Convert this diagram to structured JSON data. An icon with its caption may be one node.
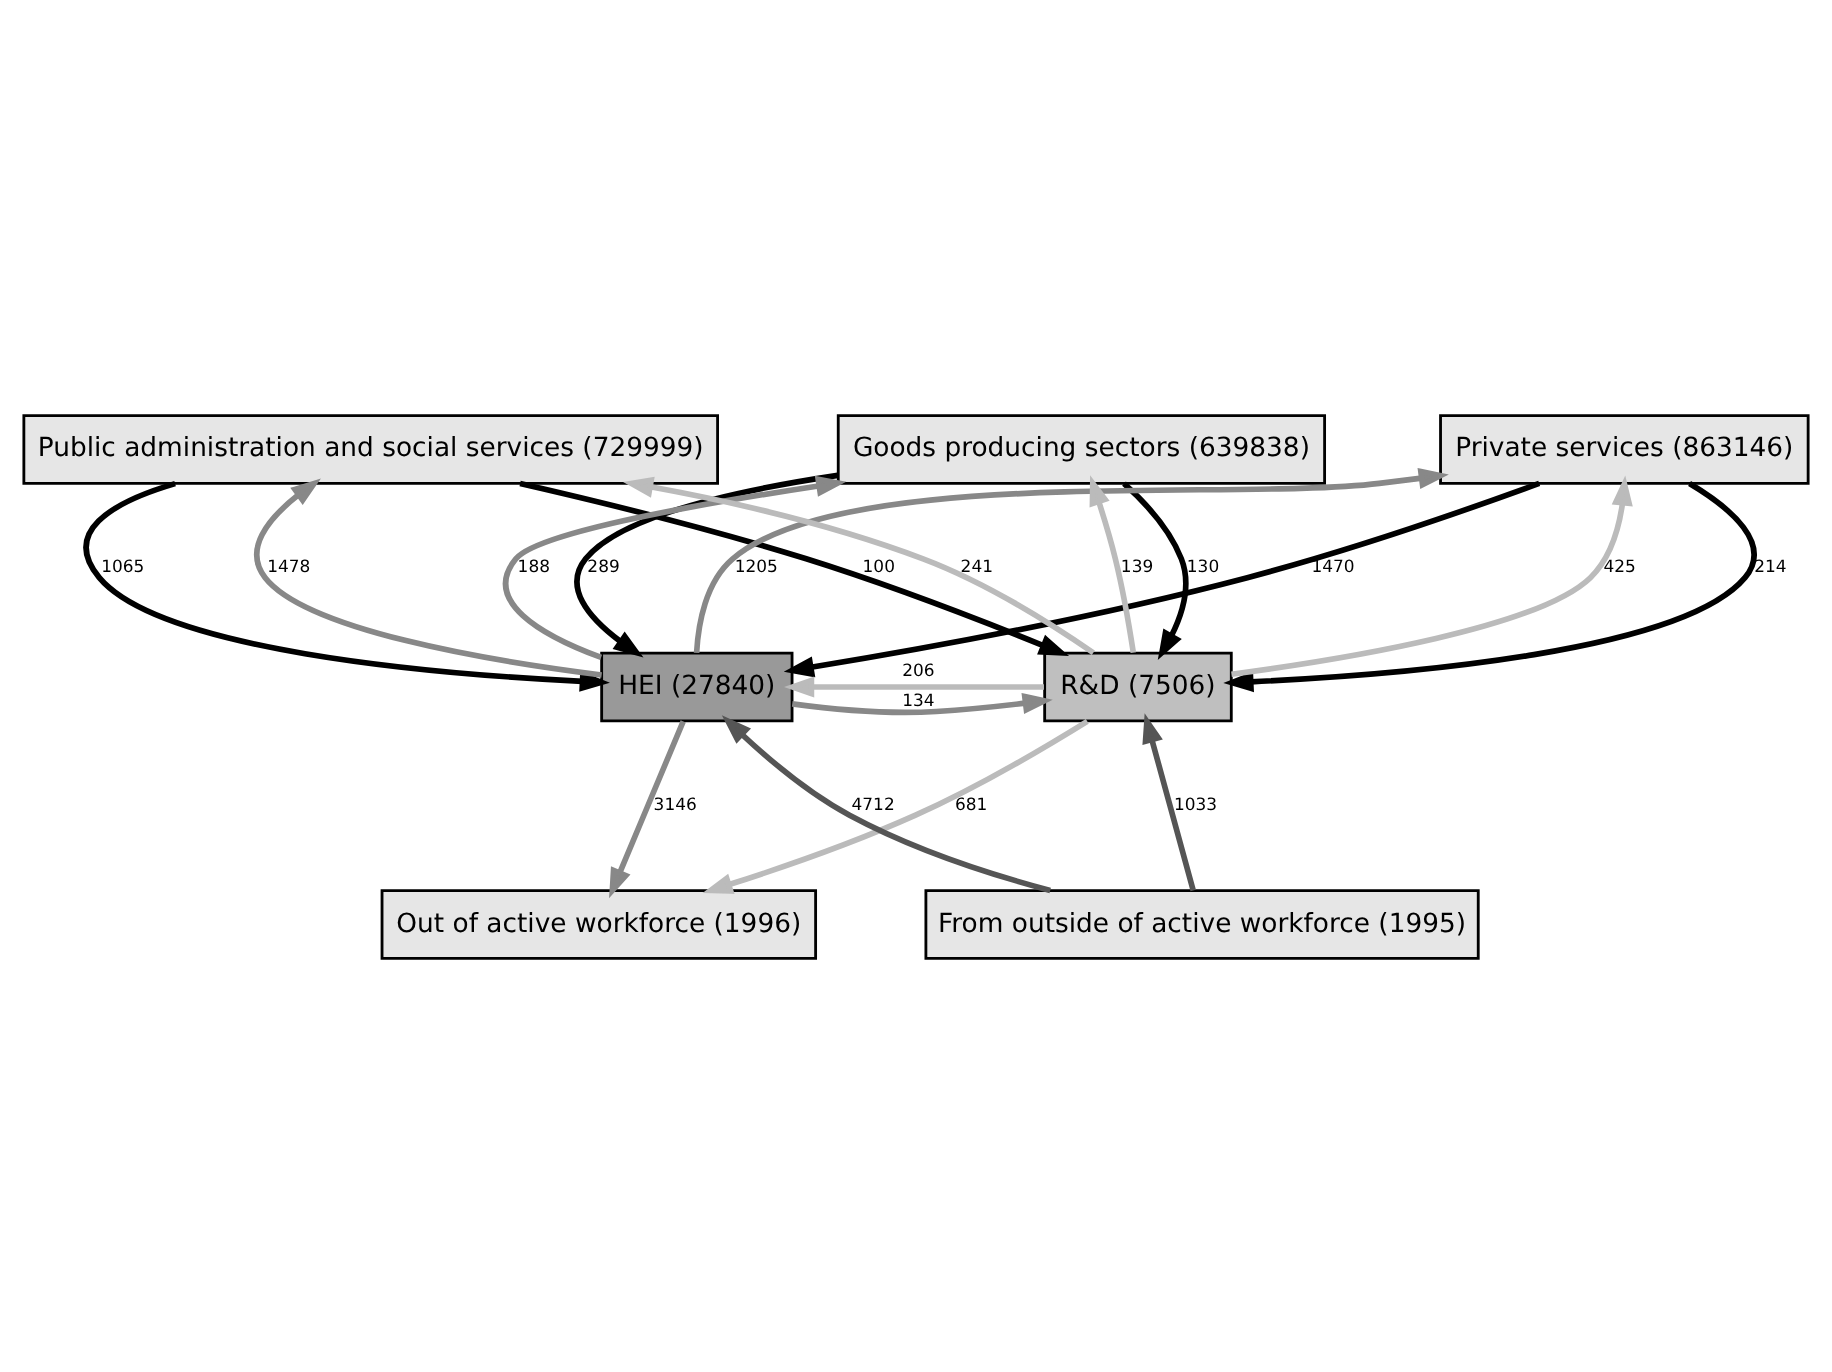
{
  "diagram": {
    "nodes": [
      {
        "text": [
          "Public administration and social services (729999)"
        ]
      },
      {
        "text": [
          "Private services (863146)"
        ]
      },
      {
        "text": [
          "Goods producing sectors (639838)"
        ]
      },
      {
        "text": [
          "HEI (27840)"
        ]
      },
      {
        "text": [
          "R&D (7506)"
        ]
      },
      {
        "text": [
          "From outside of active workforce (1995)"
        ]
      },
      {
        "text": [
          "Out of active workforce (1996)"
        ]
      }
    ],
    "edges": [
      {
        "from": 0,
        "to": 4,
        "arrow": "to",
        "label": "100",
        "color": "#000000"
      },
      {
        "from": 4,
        "to": 0,
        "arrow": "to",
        "label": "241",
        "color": "#bbbbbb"
      },
      {
        "from": 0,
        "to": 3,
        "arrow": "to",
        "label": "1065",
        "color": "#000000"
      },
      {
        "from": 3,
        "to": 0,
        "arrow": "to",
        "label": "1478",
        "color": "#888888"
      },
      {
        "from": 1,
        "to": 3,
        "arrow": "to",
        "label": "1470",
        "color": "#000000"
      },
      {
        "from": 3,
        "to": 1,
        "arrow": "to",
        "label": "1205",
        "color": "#888888"
      },
      {
        "from": 1,
        "to": 4,
        "arrow": "to",
        "label": "214",
        "color": "#000000"
      },
      {
        "from": 4,
        "to": 1,
        "arrow": "to",
        "label": "425",
        "color": "#bbbbbb"
      },
      {
        "from": 2,
        "to": 3,
        "arrow": "to",
        "label": "289",
        "color": "#000000"
      },
      {
        "from": 3,
        "to": 2,
        "arrow": "to",
        "label": "188",
        "color": "#888888"
      },
      {
        "from": 4,
        "to": 2,
        "arrow": "to",
        "label": "139",
        "color": "#bbbbbb"
      },
      {
        "from": 2,
        "to": 4,
        "arrow": "to",
        "label": "130",
        "color": "#000000"
      },
      {
        "from": 4,
        "to": 3,
        "arrow": "to",
        "label": "206",
        "color": "#bbbbbb"
      },
      {
        "from": 3,
        "to": 4,
        "arrow": "to",
        "label": "134",
        "color": "#888888"
      },
      {
        "from": 5,
        "to": 3,
        "arrow": "to",
        "label": "4712",
        "color": "#555555"
      },
      {
        "from": 5,
        "to": 4,
        "arrow": "to",
        "label": "1033",
        "color": "#555555"
      },
      {
        "from": 3,
        "to": 6,
        "arrow": "to",
        "label": "3146",
        "color": "#888888"
      },
      {
        "from": 4,
        "to": 6,
        "arrow": "to",
        "label": "681",
        "color": "#bbbbbb"
      }
    ]
  }
}
